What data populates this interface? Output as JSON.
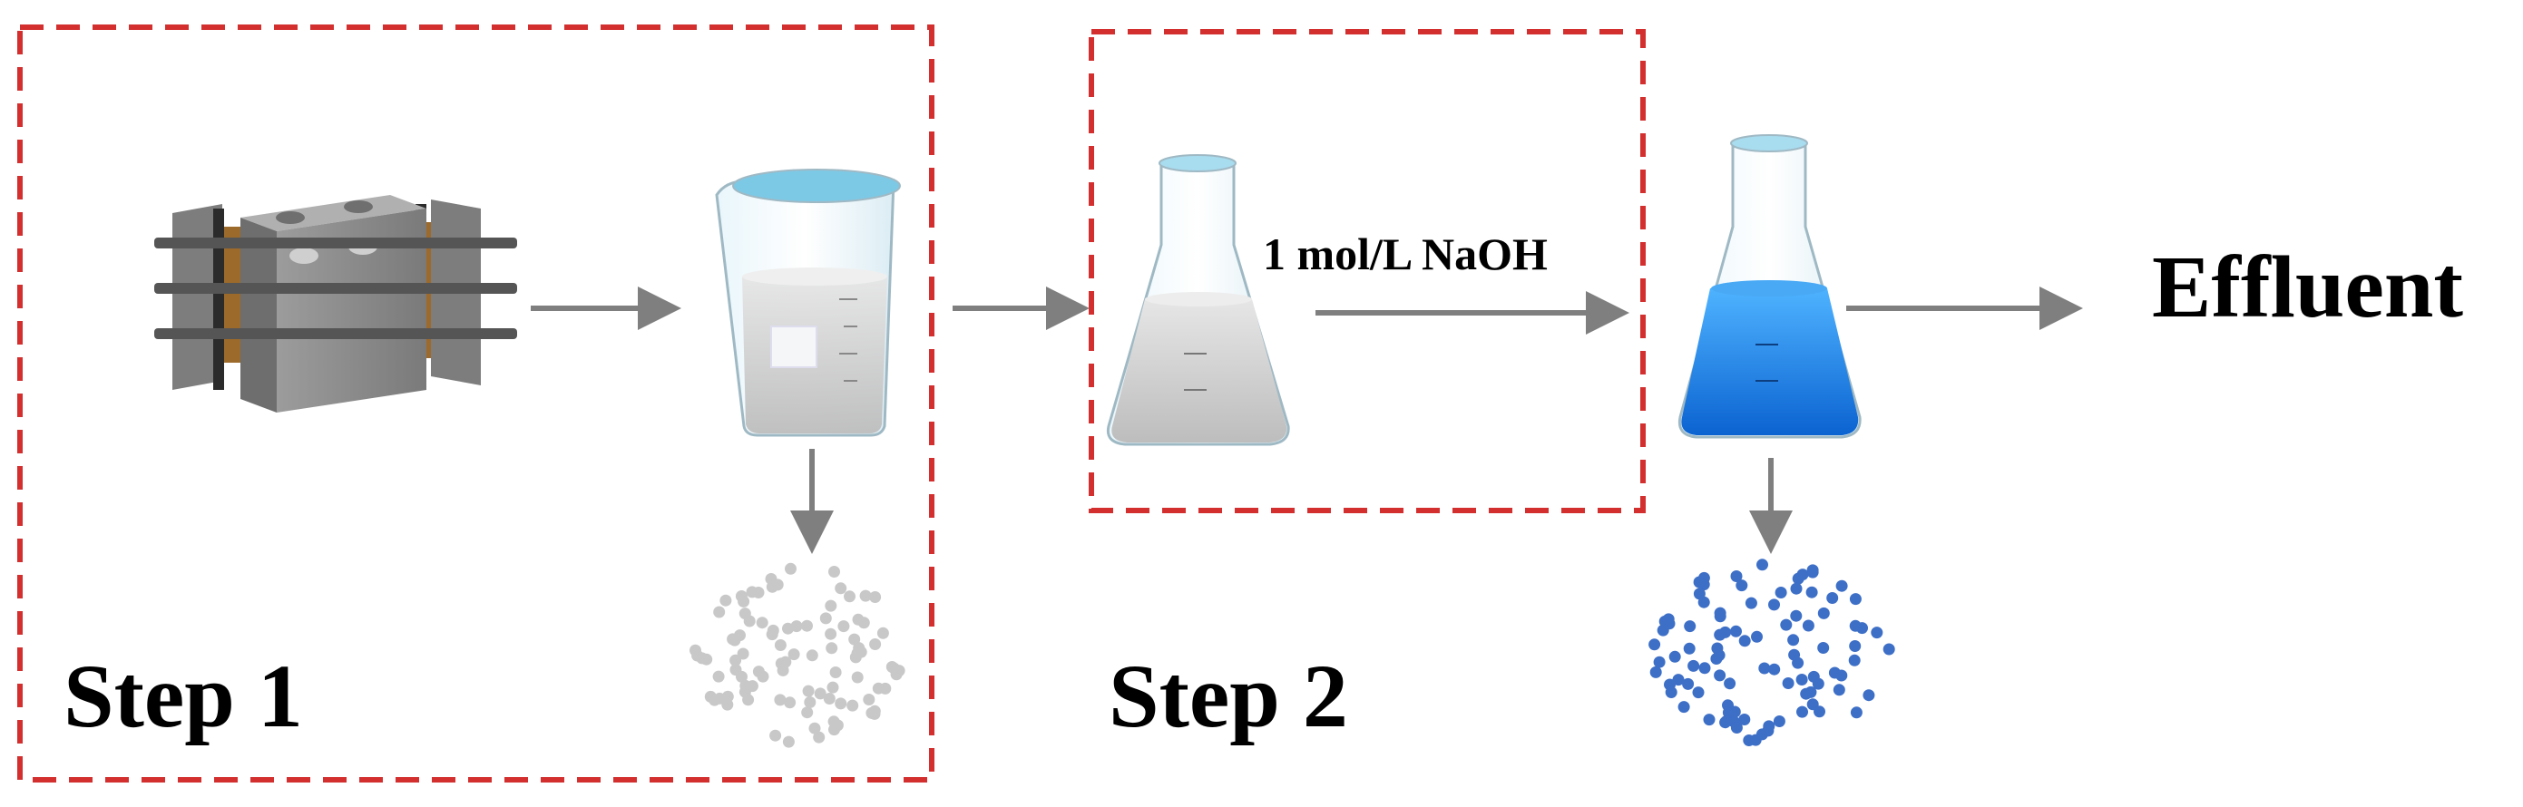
{
  "labels": {
    "step1": "Step 1",
    "step2": "Step 2",
    "reagent": "1 mol/L NaOH",
    "effluent": "Effluent"
  },
  "colors": {
    "dashed_box": "#d32f2f",
    "arrow": "#7f7f7f",
    "grey_particles": "#c8c8c8",
    "blue_particles": "#3d6fc7",
    "blue_solution": "#1e88e5",
    "grey_solution": "#d3d3d3",
    "device_body": "#8a8a8a"
  },
  "icons": [
    "electrochemical-cell-icon",
    "beaker-icon",
    "erlenmeyer-flask-grey-icon",
    "erlenmeyer-flask-blue-icon",
    "grey-particles-icon",
    "blue-particles-icon"
  ]
}
